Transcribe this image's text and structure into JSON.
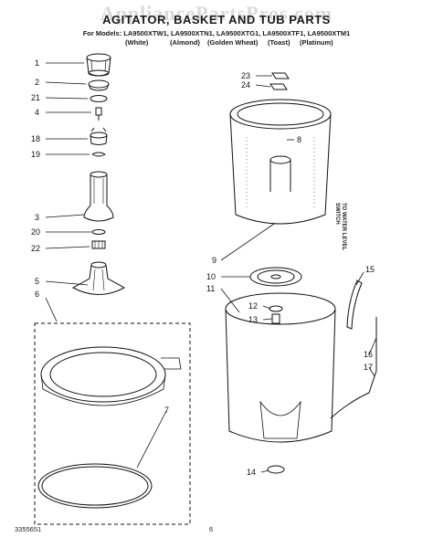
{
  "header": {
    "watermark": "AppliancePartsPros.com",
    "title": "AGITATOR, BASKET AND TUB PARTS",
    "models": "For Models: LA9500XTW1, LA9500XTN1, LA9500XTG1, LA9500XTF1, LA9500XTM1",
    "colors": [
      "(White)",
      "(Almond)",
      "(Golden Wheat)",
      "(Toast)",
      "(Platinum)"
    ]
  },
  "callouts": [
    "1",
    "2",
    "21",
    "4",
    "18",
    "19",
    "3",
    "20",
    "22",
    "5",
    "6",
    "7",
    "23",
    "24",
    "8",
    "9",
    "10",
    "11",
    "12",
    "13",
    "14",
    "15",
    "16",
    "17"
  ],
  "side_note": "TO WATER LEVEL SWITCH",
  "footer": {
    "doc_number": "3355651",
    "page": "6"
  }
}
